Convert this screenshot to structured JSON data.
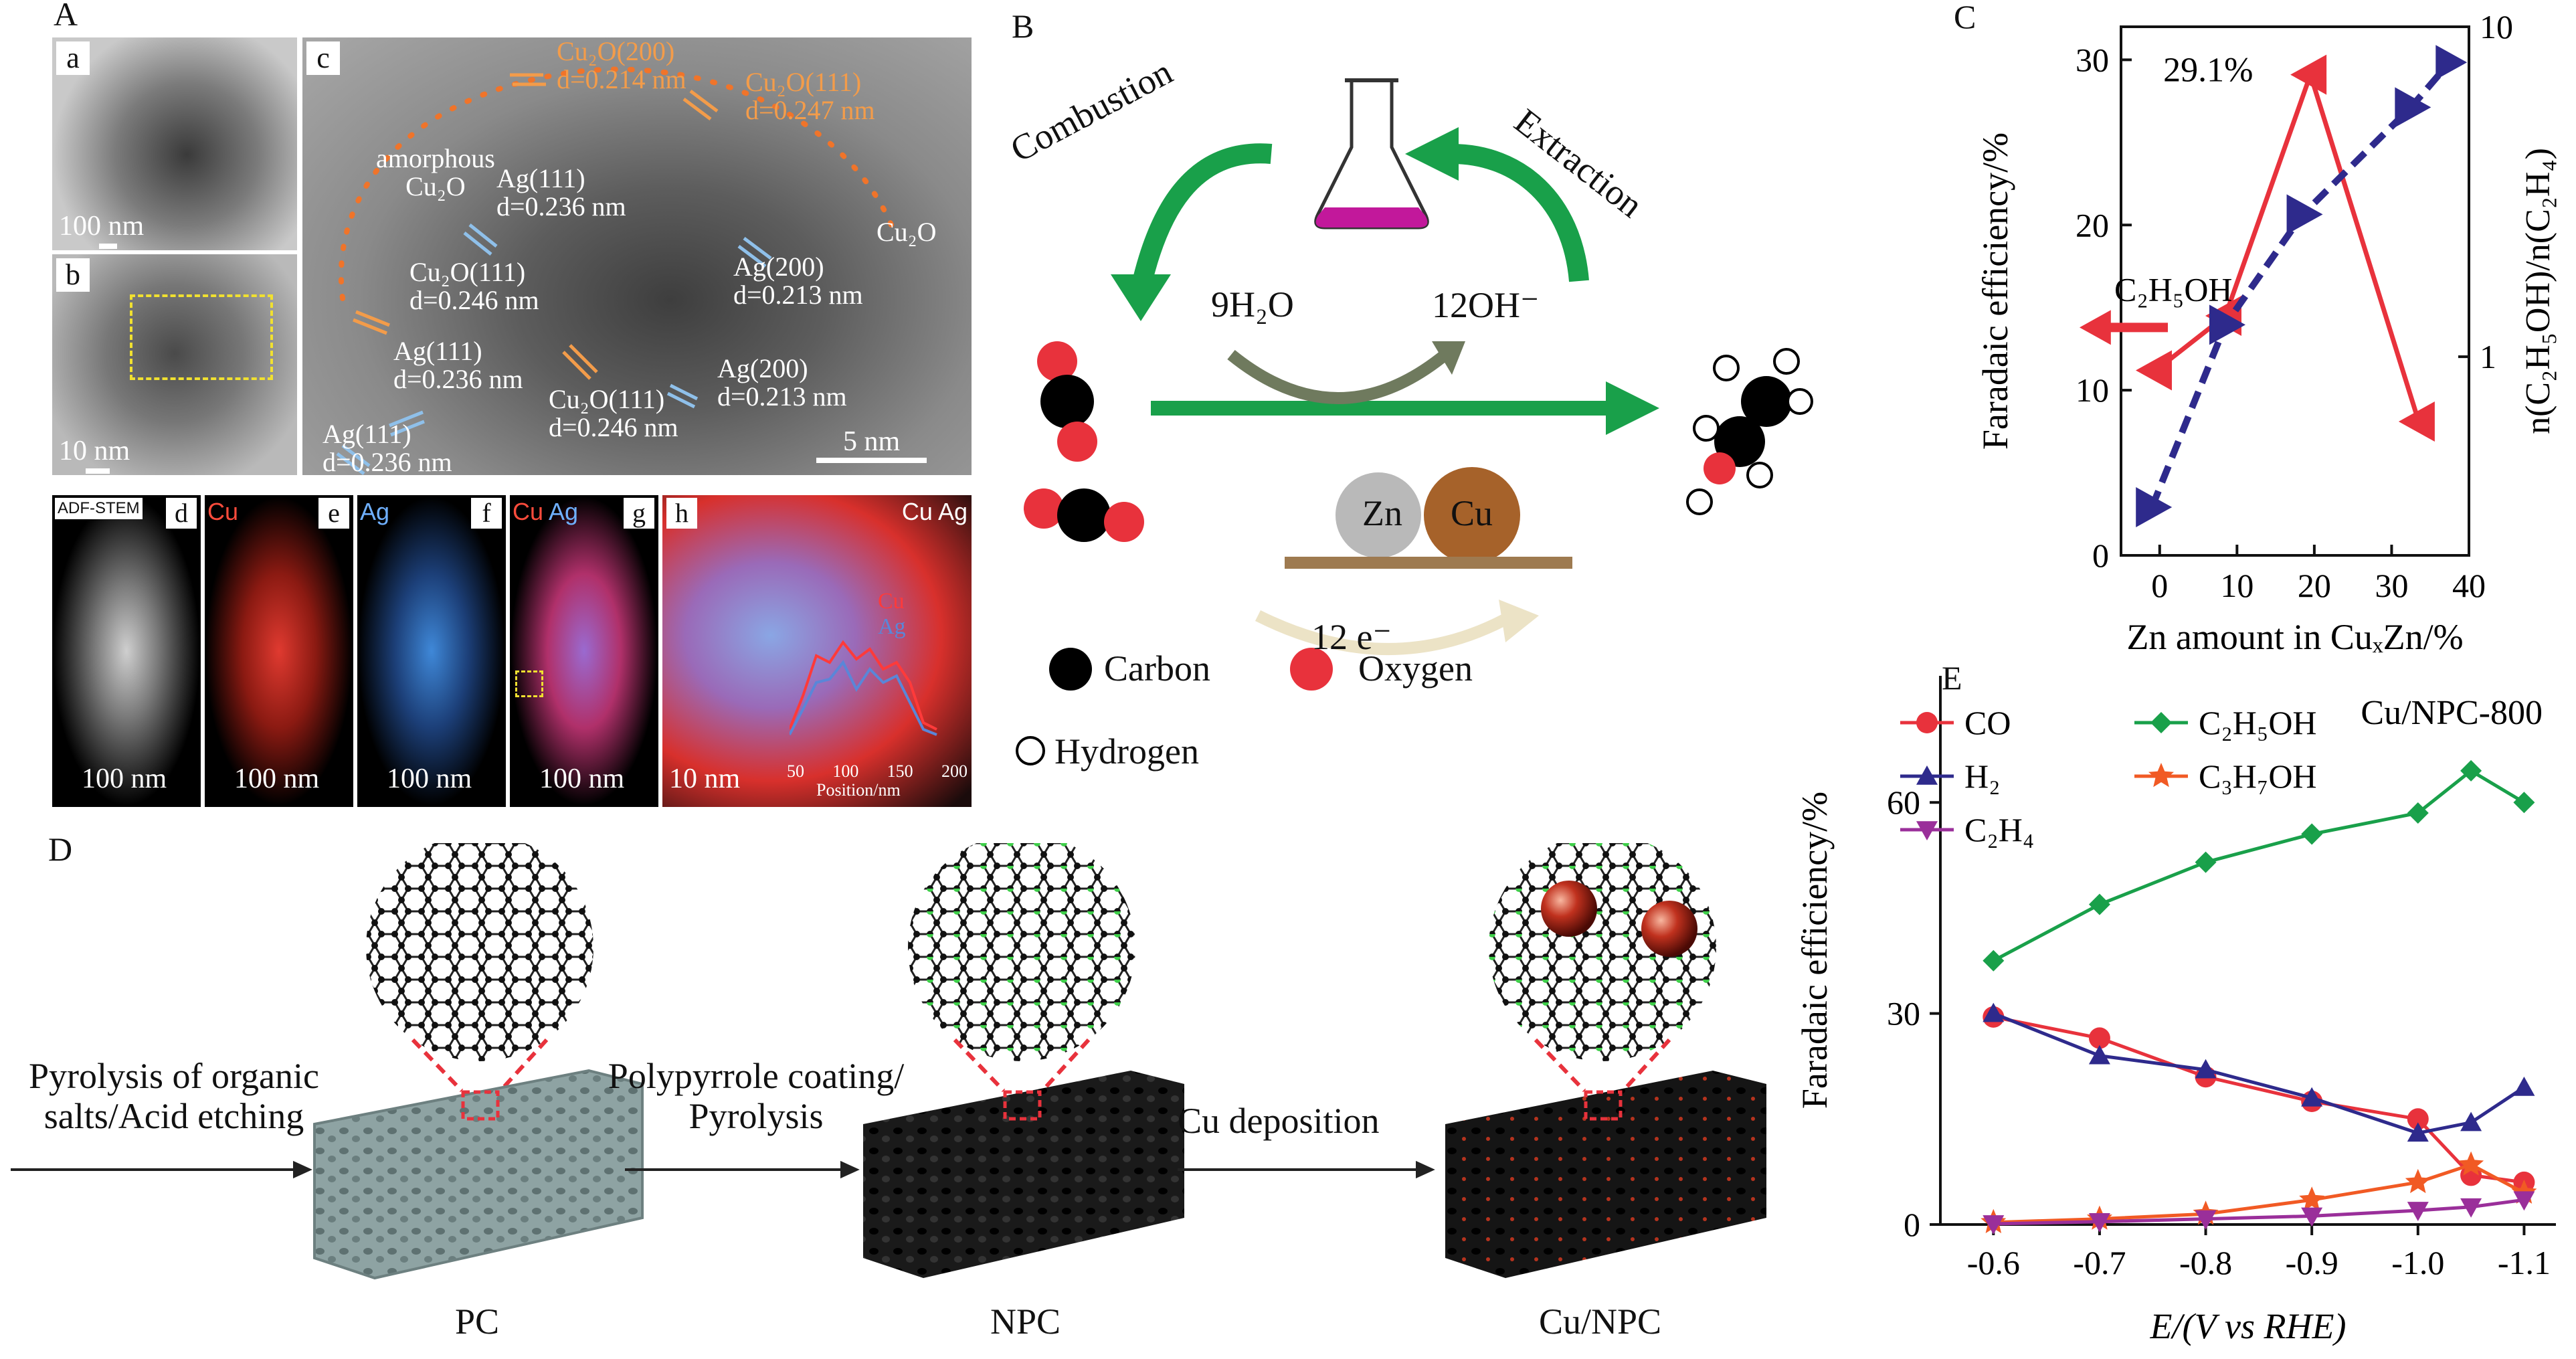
{
  "panel_letters": {
    "A": "A",
    "B": "B",
    "C": "C",
    "D": "D",
    "E": "E"
  },
  "panelA": {
    "sub": {
      "a": "a",
      "b": "b",
      "c": "c",
      "d": "d",
      "e": "e",
      "f": "f",
      "g": "g",
      "h": "h"
    },
    "scale_a": "100 nm",
    "scale_b": "10 nm",
    "scale_c": "5 nm",
    "scale_map": "100 nm",
    "scale_h": "10 nm",
    "adf": "ADF-STEM",
    "tag_cu": "Cu",
    "tag_ag": "Ag",
    "tag_cu_ag_1": "Cu",
    "tag_cu_ag_2": "Ag",
    "line_cu": "Cu",
    "line_ag": "Ag",
    "h_ticks": [
      "50",
      "100",
      "150",
      "200"
    ],
    "h_axis": "Position/nm",
    "labels": [
      {
        "t1": "Cu₂O(200)",
        "t2": "d=0.214 nm"
      },
      {
        "t1": "Cu₂O(111)",
        "t2": "d=0.247 nm"
      },
      {
        "t1": "amorphous",
        "t2": "Cu₂O"
      },
      {
        "t1": "Ag(111)",
        "t2": "d=0.236 nm"
      },
      {
        "t1": "Cu₂O",
        "t2": ""
      },
      {
        "t1": "Cu₂O(111)",
        "t2": "d=0.246 nm"
      },
      {
        "t1": "Ag(200)",
        "t2": "d=0.213 nm"
      },
      {
        "t1": "Ag(111)",
        "t2": "d=0.236 nm"
      },
      {
        "t1": "Cu₂O(111)",
        "t2": "d=0.246 nm"
      },
      {
        "t1": "Ag(200)",
        "t2": "d=0.213 nm"
      },
      {
        "t1": "Ag(111)",
        "t2": "d=0.236 nm"
      }
    ]
  },
  "panelB": {
    "combustion": "Combustion",
    "extraction": "Extraction",
    "h2o": "9H₂O",
    "oh": "12OH⁻",
    "zn": "Zn",
    "cu": "Cu",
    "electrons": "12 e⁻",
    "legend_carbon": "Carbon",
    "legend_oxygen": "Oxygen",
    "legend_hydrogen": "Hydrogen"
  },
  "panelD": {
    "step1a": "Pyrolysis of organic",
    "step1b": "salts/Acid etching",
    "step2a": "Polypyrrole coating/",
    "step2b": "Pyrolysis",
    "step3": "Cu deposition",
    "pc": "PC",
    "npc": "NPC",
    "cunpc": "Cu/NPC"
  },
  "chart_data": [
    {
      "type": "line",
      "panel": "C",
      "xlabel": "Zn amount in CuₓZn/%",
      "ylabel": "Faradaic efficiency/%",
      "y2label": "n(C₂H₅OH)/n(C₂H₄)",
      "xlim": [
        -5,
        40
      ],
      "ylim": [
        0,
        32
      ],
      "y2lim": [
        0.25,
        10
      ],
      "y2scale": "log",
      "xticks": [
        "0",
        "10",
        "20",
        "30",
        "40"
      ],
      "yticks": [
        "0",
        "10",
        "20",
        "30"
      ],
      "y2ticks": [
        "1",
        "10"
      ],
      "annotation": "29.1%",
      "series": [
        {
          "name": "C₂H₅OH",
          "axis": "left",
          "color": "#e8323c",
          "x": [
            -0.5,
            8.5,
            19.5,
            33.5
          ],
          "y": [
            11.2,
            14.5,
            29.1,
            8.1
          ]
        },
        {
          "name": "",
          "axis": "right",
          "color": "#2e2a8c",
          "x": [
            -1,
            8.5,
            18.5,
            32.5,
            37.5
          ],
          "y": [
            0.35,
            1.25,
            2.7,
            5.7,
            7.8
          ]
        }
      ]
    },
    {
      "type": "line",
      "panel": "E",
      "title": "Cu/NPC-800",
      "xlabel": "E/(V vs RHE)",
      "ylabel": "Faradaic efficiency/%",
      "xticks": [
        "-0.6",
        "-0.7",
        "-0.8",
        "-0.9",
        "-1.0",
        "-1.1"
      ],
      "yticks": [
        "0",
        "30",
        "60"
      ],
      "x": [
        -0.6,
        -0.7,
        -0.8,
        -0.9,
        -1.0,
        -1.05,
        -1.1
      ],
      "ylim": [
        0,
        78
      ],
      "series": [
        {
          "name": "CO",
          "color": "#e8323c",
          "marker": "circle",
          "values": [
            29.5,
            26.5,
            21,
            17.5,
            15,
            7,
            6
          ]
        },
        {
          "name": "C₂H₅OH",
          "color": "#19a04a",
          "marker": "diamond",
          "values": [
            37.5,
            45.5,
            51.5,
            55.5,
            58.5,
            64.5,
            60
          ]
        },
        {
          "name": "H₂",
          "color": "#2e2a8c",
          "marker": "triangle-up",
          "values": [
            30,
            24,
            22,
            18,
            13,
            14.5,
            19.5
          ]
        },
        {
          "name": "C₃H₇OH",
          "color": "#f15a24",
          "marker": "star",
          "values": [
            0.3,
            0.8,
            1.5,
            3.5,
            6,
            8.5,
            4.5
          ]
        },
        {
          "name": "C₂H₄",
          "color": "#9a2f9a",
          "marker": "triangle-down",
          "values": [
            0.1,
            0.4,
            0.8,
            1.2,
            2,
            2.5,
            3.5
          ]
        }
      ]
    }
  ]
}
